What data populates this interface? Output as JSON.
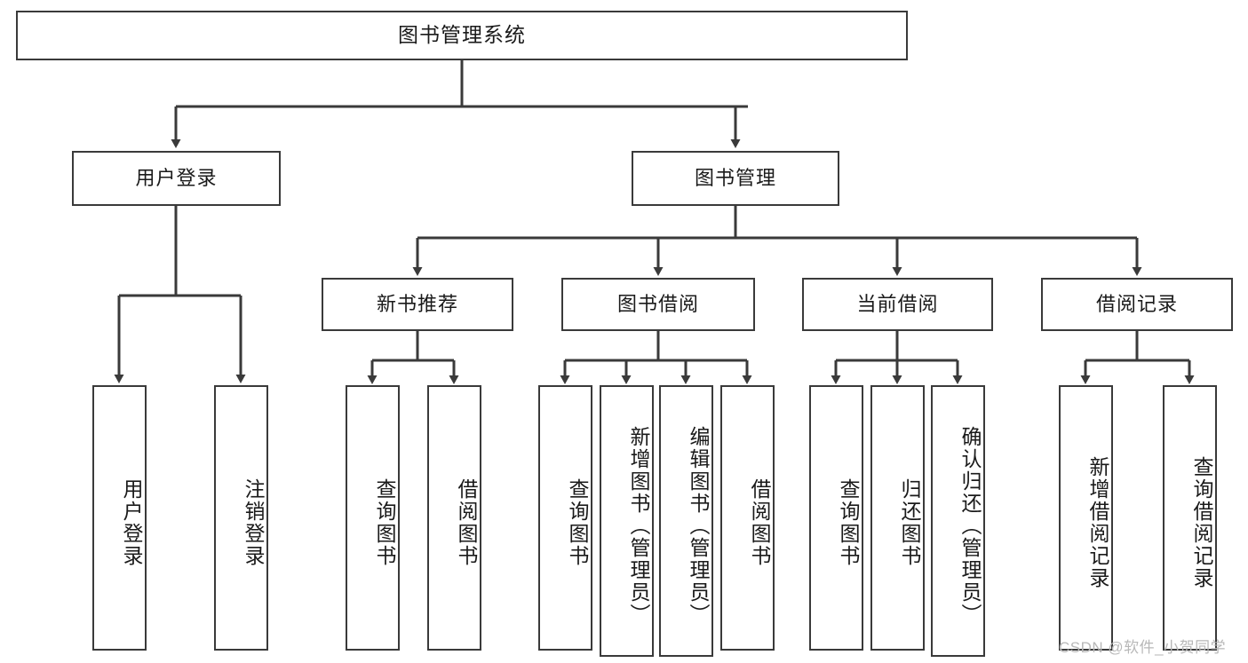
{
  "diagram": {
    "type": "tree-hierarchy-chart",
    "title_text": "图书管理系统",
    "stroke_color": "#3a3a3a",
    "background_color": "#ffffff",
    "text_color": "#1a1a1a"
  },
  "nodes": {
    "root": {
      "label": "图书管理系统"
    },
    "level2": [
      {
        "id": "user-login",
        "label": "用户登录"
      },
      {
        "id": "book-management",
        "label": "图书管理"
      }
    ],
    "level3": [
      {
        "id": "new-book-recommend",
        "label": "新书推荐"
      },
      {
        "id": "book-borrow",
        "label": "图书借阅"
      },
      {
        "id": "current-borrow",
        "label": "当前借阅"
      },
      {
        "id": "borrow-record",
        "label": "借阅记录"
      }
    ],
    "leaves": {
      "user_login": [
        {
          "id": "leaf-user-login",
          "label": "用户登录"
        },
        {
          "id": "leaf-logout-login",
          "label": "注销登录"
        }
      ],
      "new_book_recommend": [
        {
          "id": "leaf-query-book-1",
          "label": "查询图书"
        },
        {
          "id": "leaf-borrow-book-1",
          "label": "借阅图书"
        }
      ],
      "book_borrow": [
        {
          "id": "leaf-query-book-2",
          "label": "查询图书"
        },
        {
          "id": "leaf-add-book",
          "label": "新增图书（管理员）"
        },
        {
          "id": "leaf-edit-book",
          "label": "编辑图书（管理员）"
        },
        {
          "id": "leaf-borrow-book-2",
          "label": "借阅图书"
        }
      ],
      "current_borrow": [
        {
          "id": "leaf-query-book-3",
          "label": "查询图书"
        },
        {
          "id": "leaf-return-book",
          "label": "归还图书"
        },
        {
          "id": "leaf-confirm-return",
          "label": "确认归还（管理员）"
        }
      ],
      "borrow_record": [
        {
          "id": "leaf-add-record",
          "label": "新增借阅记录"
        },
        {
          "id": "leaf-query-record",
          "label": "查询借阅记录"
        }
      ]
    }
  },
  "watermark": {
    "text": "CSDN @软件_小贺同学"
  }
}
